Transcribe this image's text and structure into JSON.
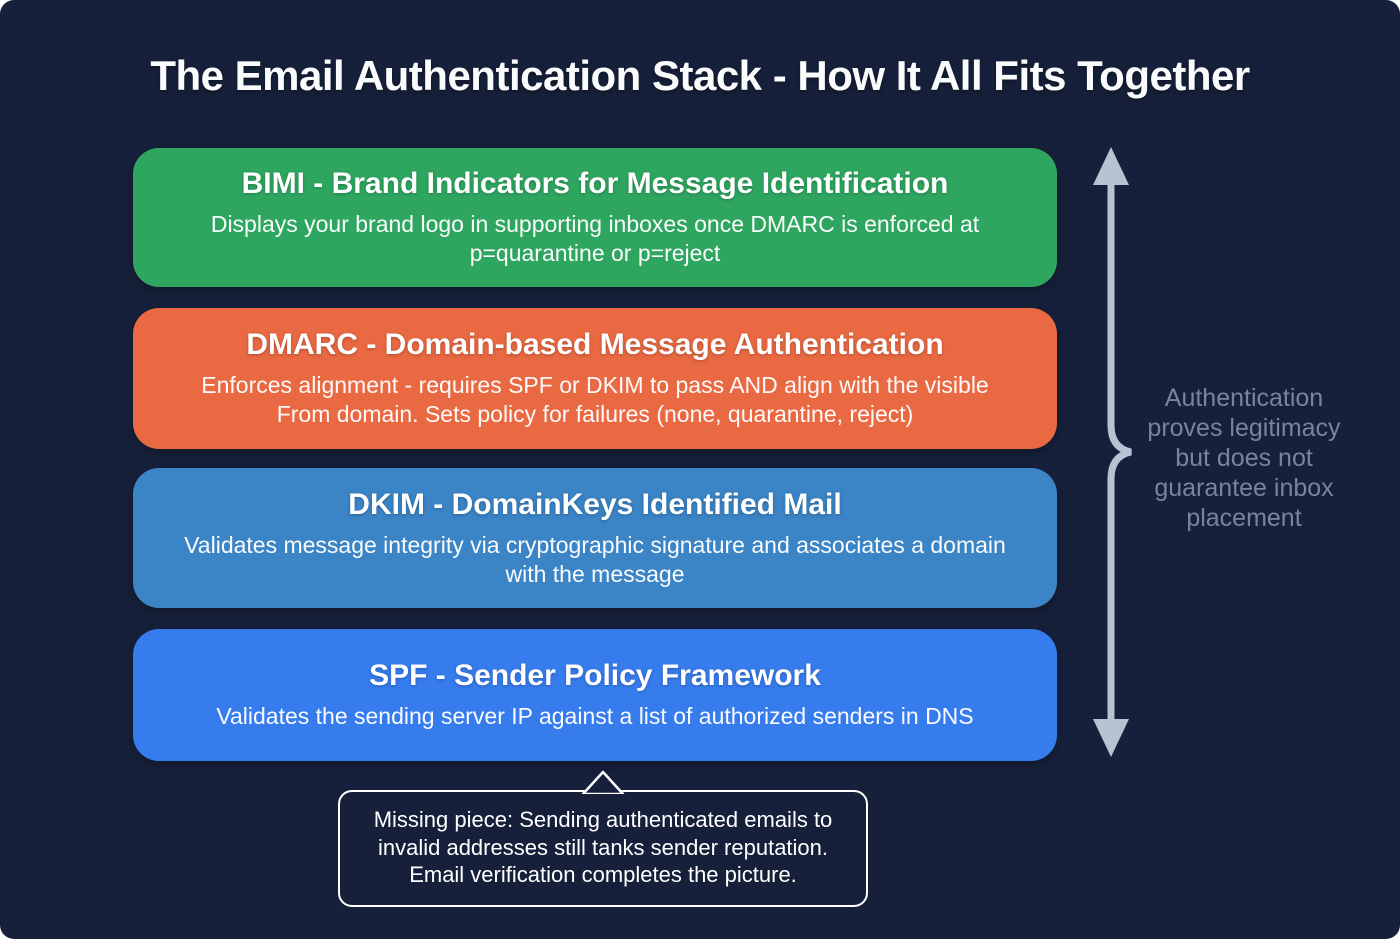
{
  "title": "The Email Authentication Stack - How It All Fits Together",
  "stack": {
    "layers": [
      {
        "id": "bimi",
        "title": "BIMI - Brand Indicators for Message Identification",
        "description": "Displays your brand logo in supporting inboxes once DMARC is enforced at p=quarantine or p=reject",
        "color": "#2EA660"
      },
      {
        "id": "dmarc",
        "title": "DMARC - Domain-based Message Authentication",
        "description": "Enforces alignment - requires SPF or DKIM to pass AND align with the visible From domain. Sets policy for failures (none, quarantine, reject)",
        "color": "#E96942"
      },
      {
        "id": "dkim",
        "title": "DKIM - DomainKeys Identified Mail",
        "description": "Validates message integrity via cryptographic signature and associates a domain with the message",
        "color": "#3B84C6"
      },
      {
        "id": "spf",
        "title": "SPF - Sender Policy Framework",
        "description": "Validates the sending server IP against a list of authorized senders in DNS",
        "color": "#377CED"
      }
    ]
  },
  "side_note": {
    "text": "Authentication proves legitimacy but does not guarantee inbox placement",
    "text_color": "#7585A0"
  },
  "arrow": {
    "name": "double-headed-vertical-arrow",
    "color": "#B7C2D2"
  },
  "callout": {
    "text": "Missing piece: Sending authenticated emails to invalid addresses still tanks sender reputation. Email verification completes the picture."
  },
  "colors": {
    "background": "#16203A",
    "title_text": "#FAFBFC",
    "layer_text": "#FFFFFF"
  }
}
